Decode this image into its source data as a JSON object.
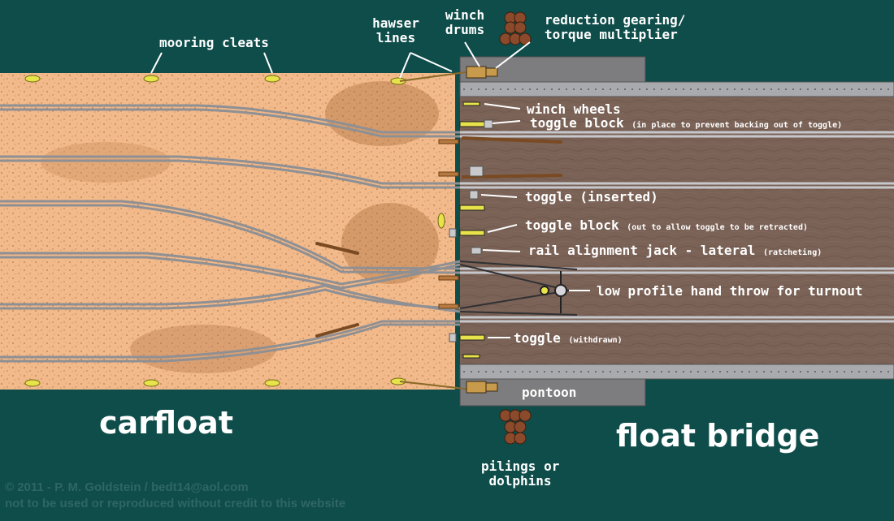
{
  "labels": {
    "mooring_cleats": "mooring cleats",
    "hawser_lines_1": "hawser",
    "hawser_lines_2": "lines",
    "winch_drums_1": "winch",
    "winch_drums_2": "drums",
    "reduction_gearing_1": "reduction gearing/",
    "reduction_gearing_2": "torque multiplier",
    "winch_wheels": "winch wheels",
    "toggle_block_in": "toggle block",
    "toggle_block_in_note": "(in place to prevent backing out of toggle)",
    "toggle_inserted": "toggle (inserted)",
    "toggle_block_out": "toggle block",
    "toggle_block_out_note": "(out to allow toggle to be retracted)",
    "rail_jack": "rail alignment jack - lateral",
    "rail_jack_note": "(ratcheting)",
    "hand_throw": "low profile hand throw for turnout",
    "toggle_withdrawn": "toggle",
    "toggle_withdrawn_note": "(withdrawn)",
    "pontoon": "pontoon",
    "pilings_1": "pilings or",
    "pilings_2": "dolphins"
  },
  "titles": {
    "carfloat": "carfloat",
    "float_bridge": "float bridge"
  },
  "copyright": {
    "line1": "© 2011 - P. M. Goldstein / bedt14@aol.com",
    "line2": "not to be used or reproduced without credit to this website"
  },
  "colors": {
    "water": "#0f4d4a",
    "carfloat_deck": "#f2b98a",
    "bridge_deck": "#7a6256",
    "rail": "#8f9094",
    "pontoon": "#7d7d7f",
    "timber": "#b7793e",
    "piling": "#8a4a2b"
  }
}
